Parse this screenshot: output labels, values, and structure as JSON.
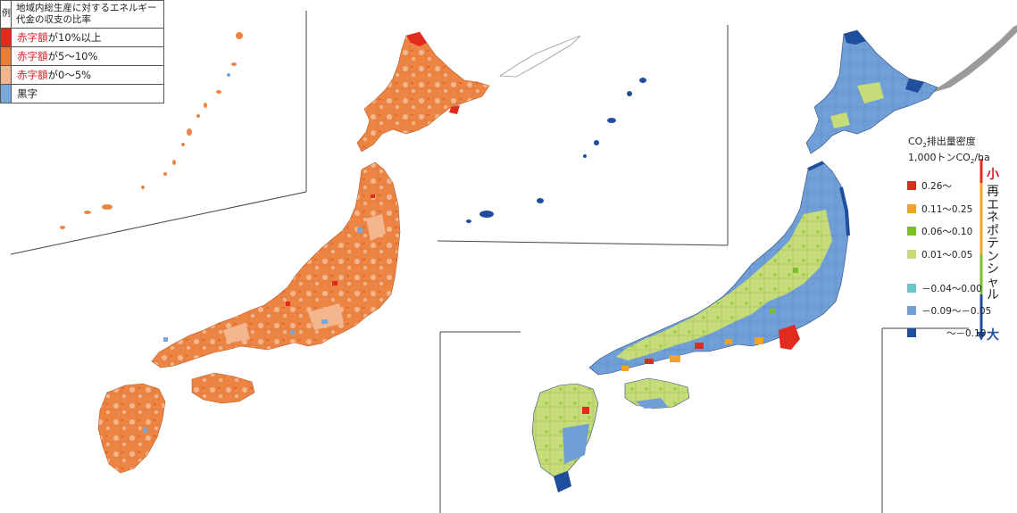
{
  "legend_deficit": {
    "header_left": "例",
    "header": "地域内総生産に対するエネルギー代金の収支の比率",
    "rows": [
      {
        "accent": "赤字額",
        "rest": "が10%以上",
        "color": "#e02b1e"
      },
      {
        "accent": "赤字額",
        "rest": "が5～10%",
        "color": "#ee7d34"
      },
      {
        "accent": "赤字額",
        "rest": "が0～5%",
        "color": "#f3b68f"
      },
      {
        "accent": "",
        "rest": "黒字",
        "color": "#7ba6d8"
      }
    ]
  },
  "legend_co2": {
    "title_line1_a": "CO",
    "title_line1_sub": "2",
    "title_line1_b": "排出量密度",
    "title_line2_a": "1,000トンCO",
    "title_line2_sub": "2",
    "title_line2_b": "/ha",
    "items": [
      {
        "label": "0.26～",
        "color": "#e02b1e"
      },
      {
        "label": "0.11～0.25",
        "color": "#f0a424"
      },
      {
        "label": "0.06～0.10",
        "color": "#7cbf2c"
      },
      {
        "label": "0.01～0.05",
        "color": "#c5dc78"
      },
      {
        "label": "－0.04～0.00",
        "color": "#6cc4cc"
      },
      {
        "label": "－0.09～－0.05",
        "color": "#6f9fd6"
      },
      {
        "label": "～－0.10",
        "color": "#1f4e9c"
      }
    ],
    "scale_small": "小",
    "scale_big": "大",
    "scale_vertical": "再エネポテンシャル"
  }
}
